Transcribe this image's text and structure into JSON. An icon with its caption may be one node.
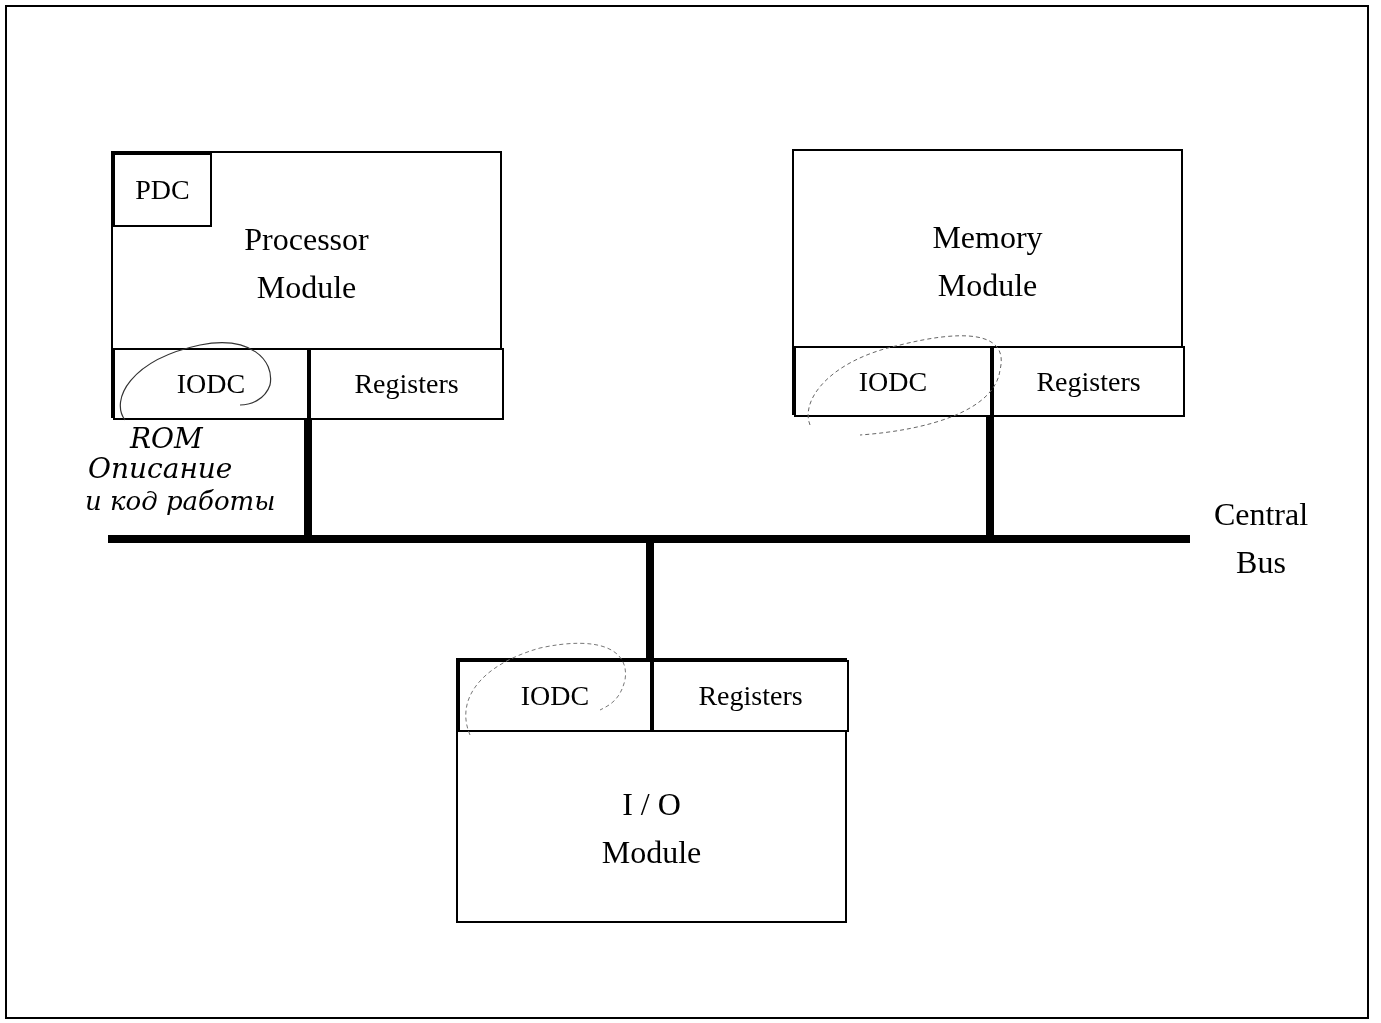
{
  "diagram": {
    "nodes": [
      {
        "text": [
          "Processor Module"
        ]
      },
      {
        "text": [
          "PDC"
        ],
        "in": 0
      },
      {
        "text": [
          "IODC"
        ],
        "in": 0,
        "beside": [
          "ROM",
          "Описание",
          "и код работы"
        ]
      },
      {
        "text": [
          "Registers"
        ],
        "in": 0
      },
      {
        "text": [
          "Memory Module"
        ]
      },
      {
        "text": [
          "IODC"
        ],
        "in": 4
      },
      {
        "text": [
          "Registers"
        ],
        "in": 4
      },
      {
        "text": [
          "I / O Module"
        ]
      },
      {
        "text": [
          "IODC"
        ],
        "in": 7
      },
      {
        "text": [
          "Registers"
        ],
        "in": 7
      },
      {
        "text": [],
        "shape": "bar",
        "beside": [
          "Central Bus"
        ]
      }
    ],
    "edges": [
      {
        "from": 0,
        "to": 10,
        "arrow": "none"
      },
      {
        "from": 4,
        "to": 10,
        "arrow": "none"
      },
      {
        "from": 7,
        "to": 10,
        "arrow": "none"
      }
    ]
  }
}
